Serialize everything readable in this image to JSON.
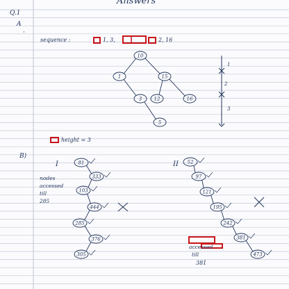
{
  "page": {
    "header_partial": "Answers",
    "question_no": "Q.1",
    "part_a": "A",
    "part_b": "B)"
  },
  "part_a": {
    "sequence_label": "sequence :",
    "sequence_visible": "1, 3,",
    "sequence_end": "2, 16",
    "height_label": "height = 3",
    "tree": {
      "nodes": [
        "10",
        "1",
        "15",
        "3",
        "12",
        "16",
        "5"
      ]
    },
    "levels": [
      "1",
      "2",
      "3"
    ]
  },
  "part_b": {
    "tree_i": {
      "label": "I",
      "nodes": [
        "81",
        "333",
        "103",
        "444",
        "285",
        "376",
        "305"
      ],
      "note": [
        "nodes",
        "accessed",
        "till",
        "285"
      ]
    },
    "tree_ii": {
      "label": "II",
      "nodes": [
        "52",
        "97",
        "121",
        "195",
        "242",
        "381",
        "473"
      ],
      "note": [
        "accessed",
        "till",
        "381"
      ]
    }
  },
  "colors": {
    "ink": "#22345a",
    "rule": "#c3c9d9",
    "margin": "#bcc3d4",
    "redaction": "#c7141a"
  }
}
